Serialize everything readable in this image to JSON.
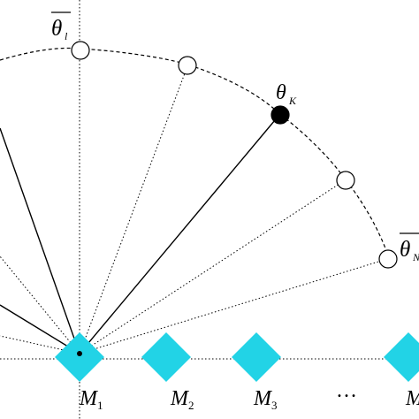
{
  "colors": {
    "background": "#ffffff",
    "stroke": "#000000",
    "sensor": "#22d3e6",
    "selected_node": "#000000",
    "open_node": "#ffffff"
  },
  "labels": {
    "theta_l": {
      "base": "θ",
      "sub": "l"
    },
    "theta_k": {
      "base": "θ",
      "sub": "K"
    },
    "theta_r": {
      "base": "θ",
      "sub": "N"
    },
    "m1": {
      "base": "M",
      "sub": "1"
    },
    "m2": {
      "base": "M",
      "sub": "2"
    },
    "m3": {
      "base": "M",
      "sub": "3"
    },
    "ellipsis": "…",
    "m_last": {
      "base": "M",
      "sub": ""
    }
  },
  "angle_nodes": [
    {
      "name": "node-theta-l",
      "filled": false
    },
    {
      "name": "node-2",
      "filled": false
    },
    {
      "name": "node-theta-k",
      "filled": true
    },
    {
      "name": "node-4",
      "filled": false
    },
    {
      "name": "node-theta-r",
      "filled": false
    }
  ],
  "sensors": [
    "M1",
    "M2",
    "M3",
    "M"
  ]
}
